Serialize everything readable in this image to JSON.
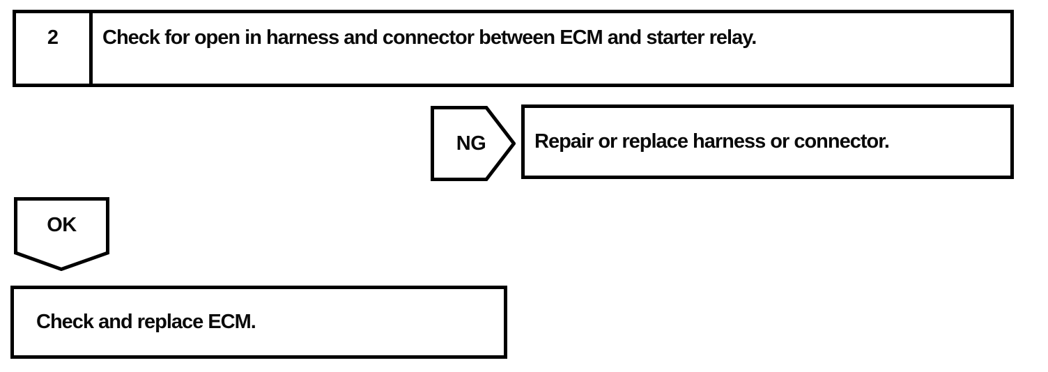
{
  "flowchart": {
    "step": {
      "number": "2",
      "instruction": "Check for open in harness and connector between ECM and starter relay."
    },
    "ng_branch": {
      "label": "NG",
      "action": "Repair or replace harness or connector."
    },
    "ok_branch": {
      "label": "OK",
      "action": "Check and replace ECM."
    },
    "colors": {
      "line": "#000000",
      "background": "#ffffff",
      "text": "#0a0a0a"
    }
  }
}
